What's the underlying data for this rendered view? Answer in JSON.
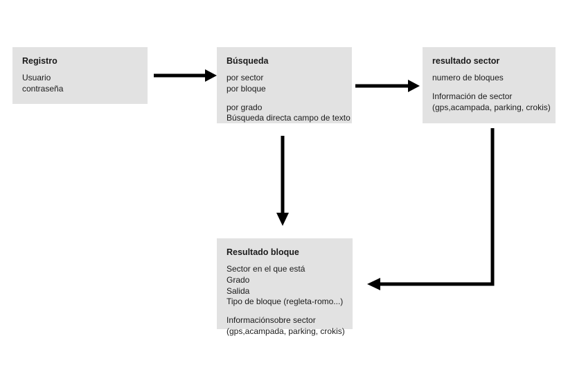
{
  "diagram": {
    "type": "flowchart",
    "title": "",
    "nodes": [
      {
        "id": "registro",
        "title": "Registro",
        "lines": [
          "Usuario",
          "contraseña"
        ],
        "gaps": [
          false,
          false
        ]
      },
      {
        "id": "busqueda",
        "title": "Búsqueda",
        "lines": [
          "por sector",
          "por bloque",
          "por grado",
          "Búsqueda directa campo de texto"
        ],
        "gaps": [
          false,
          false,
          true,
          false
        ]
      },
      {
        "id": "resultado_sector",
        "title": "resultado sector",
        "lines": [
          "numero de bloques",
          "Información de sector",
          "(gps,acampada, parking, crokis)"
        ],
        "gaps": [
          false,
          true,
          false
        ]
      },
      {
        "id": "resultado_bloque",
        "title": "Resultado bloque",
        "lines": [
          "Sector en el que está",
          "Grado",
          "Salida",
          "Tipo de bloque (regleta-romo...)",
          "Informaciónsobre sector",
          "(gps,acampada, parking, crokis)"
        ],
        "gaps": [
          false,
          false,
          false,
          false,
          true,
          false
        ]
      }
    ],
    "edges": [
      {
        "id": "registro-to-busqueda",
        "from": "registro",
        "to": "busqueda",
        "direction": "right"
      },
      {
        "id": "busqueda-to-resultado-sector",
        "from": "busqueda",
        "to": "resultado_sector",
        "direction": "right"
      },
      {
        "id": "busqueda-to-resultado-bloque",
        "from": "busqueda",
        "to": "resultado_bloque",
        "direction": "down"
      },
      {
        "id": "resultado-sector-to-resultado-bloque",
        "from": "resultado_sector",
        "to": "resultado_bloque",
        "direction": "down-left"
      }
    ],
    "colors": {
      "node_fill": "#e2e2e2",
      "text": "#1a1a1a",
      "arrow": "#000000",
      "background": "#ffffff"
    }
  }
}
